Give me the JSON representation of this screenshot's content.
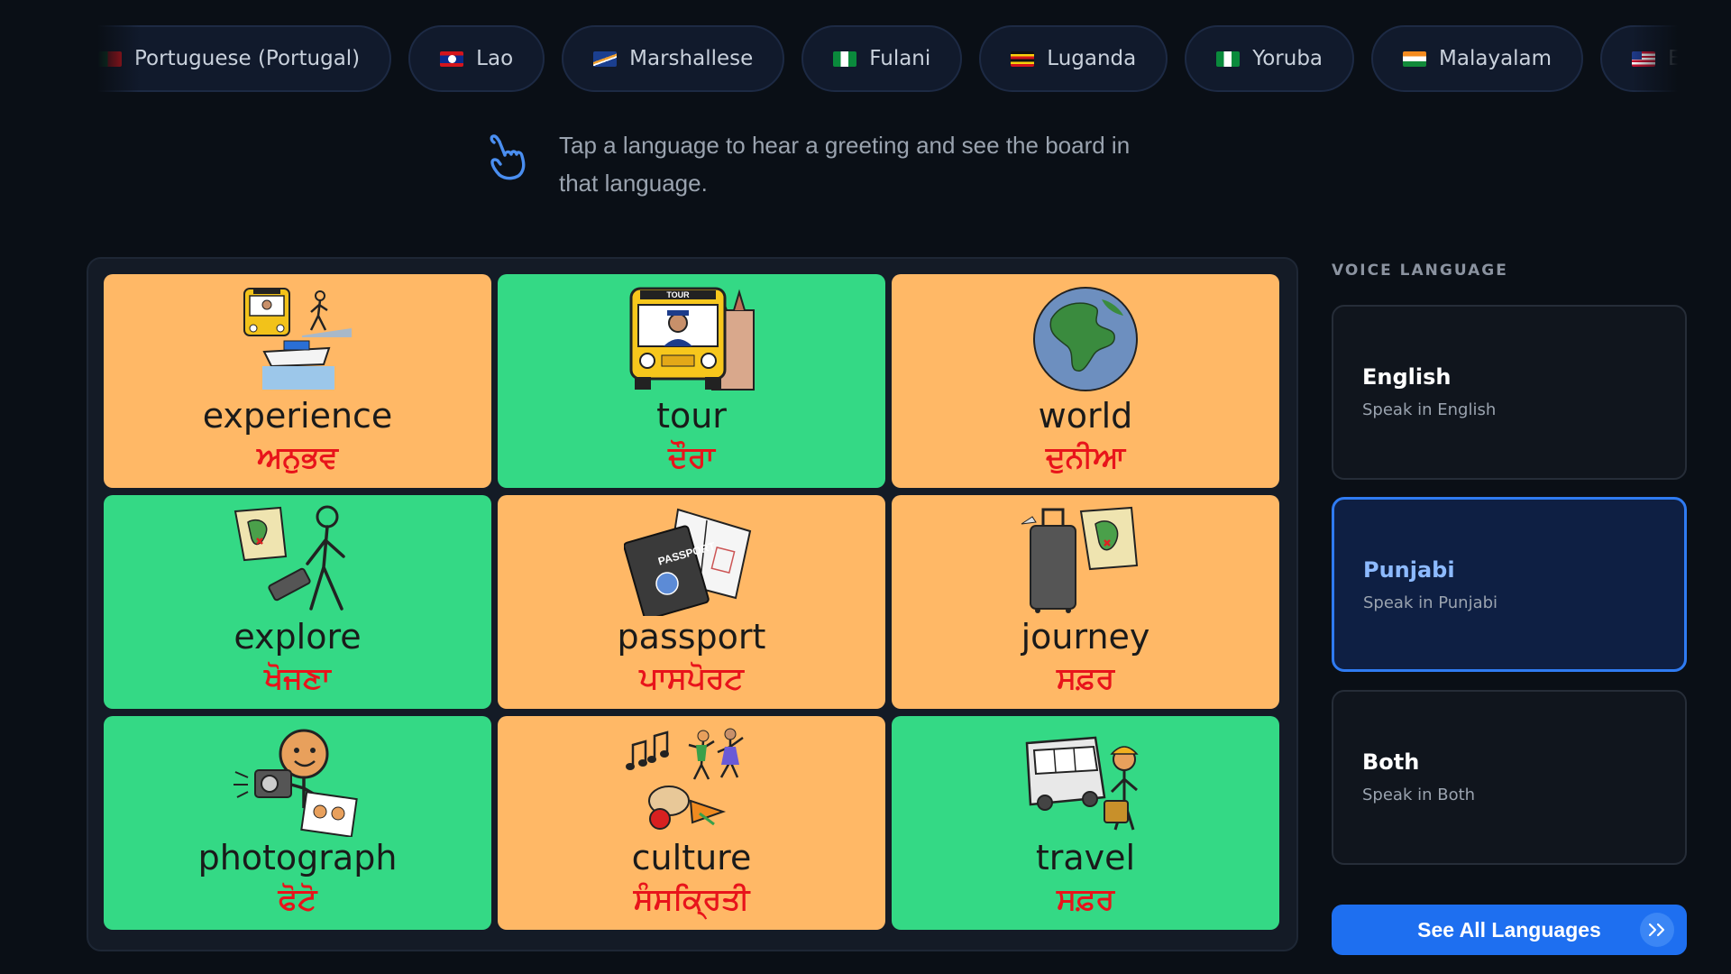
{
  "languages": [
    {
      "label": "Portuguese (Portugal)",
      "flag": "portugal-flag-icon"
    },
    {
      "label": "Lao",
      "flag": "laos-flag-icon"
    },
    {
      "label": "Marshallese",
      "flag": "marshall-islands-flag-icon"
    },
    {
      "label": "Fulani",
      "flag": "nigeria-flag-icon"
    },
    {
      "label": "Luganda",
      "flag": "uganda-flag-icon"
    },
    {
      "label": "Yoruba",
      "flag": "nigeria-flag-icon"
    },
    {
      "label": "Malayalam",
      "flag": "india-flag-icon"
    },
    {
      "label": "English",
      "flag": "us-flag-icon"
    }
  ],
  "hint": {
    "icon": "tap-hand-icon",
    "text": "Tap a language to hear a greeting and see the board in that language."
  },
  "board": {
    "tiles": [
      {
        "word": "experience",
        "translation": "ਅਨੁਭਵ",
        "color": "#ffb866",
        "icon": "experience-icon"
      },
      {
        "word": "tour",
        "translation": "ਦੌਰਾ",
        "color": "#34d985",
        "icon": "tour-bus-icon"
      },
      {
        "word": "world",
        "translation": "ਦੁਨੀਆ",
        "color": "#ffb866",
        "icon": "globe-icon"
      },
      {
        "word": "explore",
        "translation": "ਖੋਜਣਾ",
        "color": "#34d985",
        "icon": "explore-icon"
      },
      {
        "word": "passport",
        "translation": "ਪਾਸਪੋਰਟ",
        "color": "#ffb866",
        "icon": "passport-icon"
      },
      {
        "word": "journey",
        "translation": "ਸਫ਼ਰ",
        "color": "#ffb866",
        "icon": "suitcase-map-icon"
      },
      {
        "word": "photograph",
        "translation": "ਫੋਟੋ",
        "color": "#34d985",
        "icon": "camera-icon"
      },
      {
        "word": "culture",
        "translation": "ਸੰਸਕ੍ਰਿਤੀ",
        "color": "#ffb866",
        "icon": "culture-icon"
      },
      {
        "word": "travel",
        "translation": "ਸਫ਼ਰ",
        "color": "#34d985",
        "icon": "travel-bus-icon"
      }
    ]
  },
  "voice": {
    "heading": "VOICE LANGUAGE",
    "options": [
      {
        "title": "English",
        "subtitle": "Speak in English",
        "selected": false
      },
      {
        "title": "Punjabi",
        "subtitle": "Speak in Punjabi",
        "selected": true
      },
      {
        "title": "Both",
        "subtitle": "Speak in Both",
        "selected": false
      }
    ],
    "see_all": "See All Languages",
    "see_all_icon": "double-chevron-right-icon"
  },
  "colors": {
    "background": "#0a0f16",
    "tile_orange": "#ffb866",
    "tile_green": "#34d985",
    "translation_red": "#e8141b",
    "accent_blue": "#1e6ff0"
  }
}
